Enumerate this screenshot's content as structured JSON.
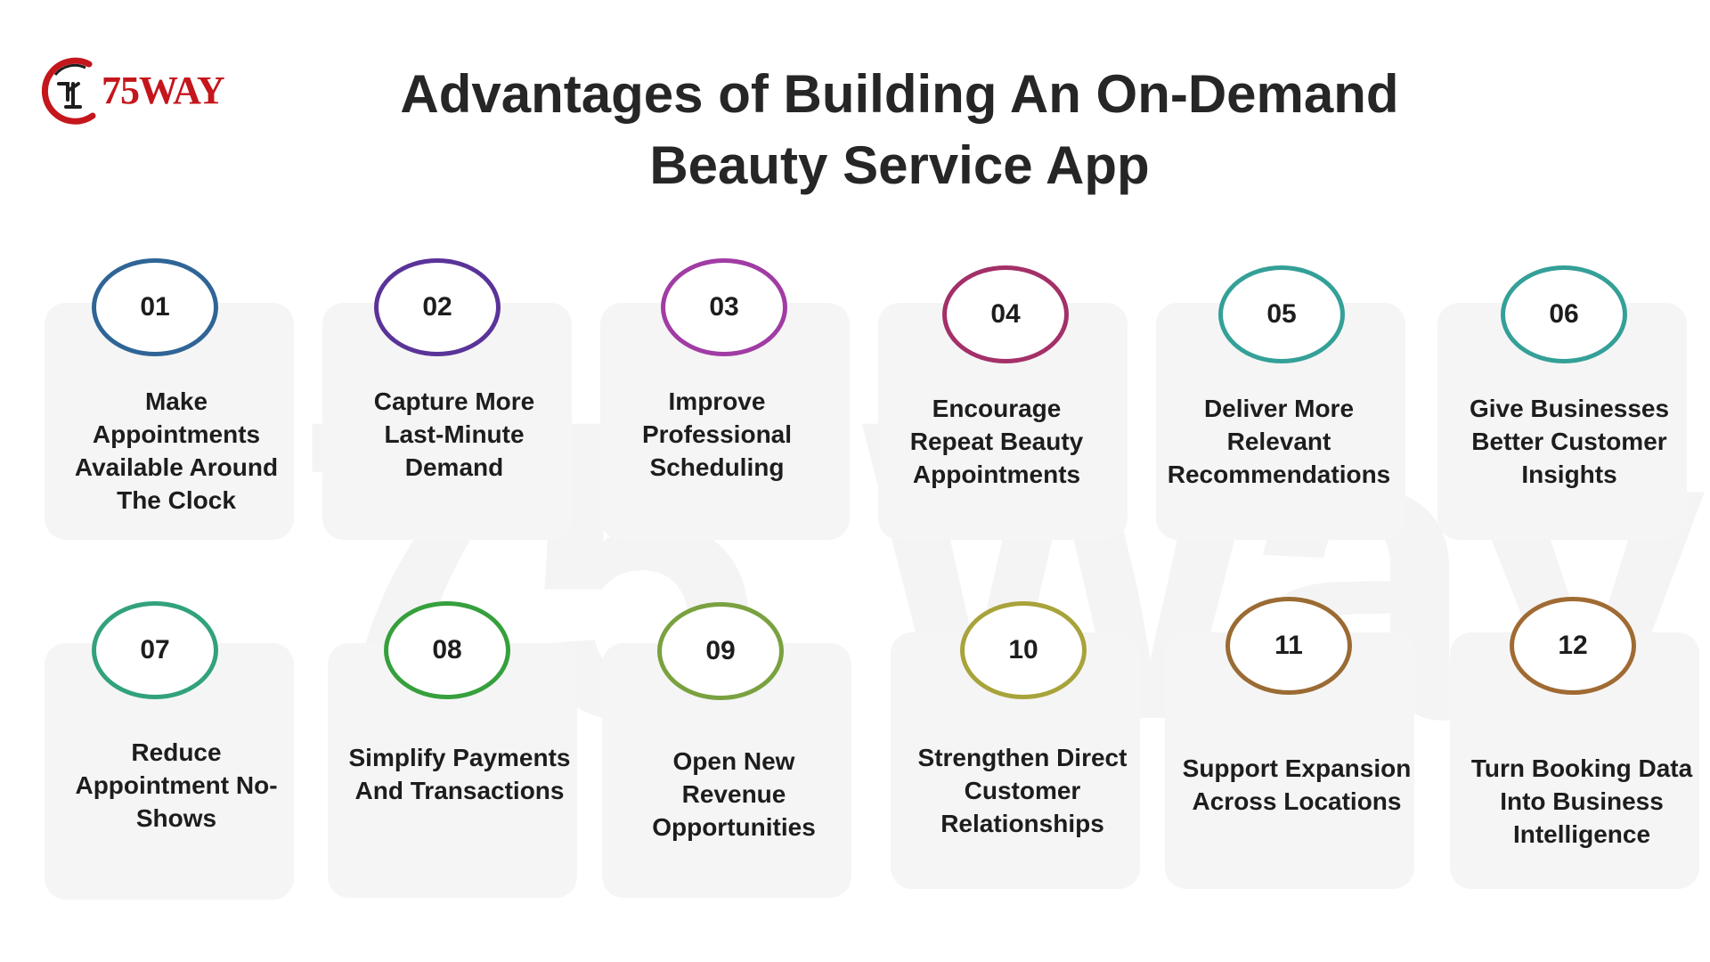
{
  "brand": {
    "logo_text": "75WAY",
    "logo_color": "#c4161c"
  },
  "watermark_text": "75 Way",
  "title": {
    "line1": "Advantages of Building An On-Demand",
    "line2": "Beauty Service App"
  },
  "advantages": [
    {
      "number": "01",
      "label": "Make Appointments Available Around The Clock",
      "color": "#2f6496"
    },
    {
      "number": "02",
      "label": "Capture More Last-Minute Demand",
      "color": "#5a3399"
    },
    {
      "number": "03",
      "label": "Improve Professional Scheduling",
      "color": "#a03ca4"
    },
    {
      "number": "04",
      "label": "Encourage Repeat Beauty Appointments",
      "color": "#a33068"
    },
    {
      "number": "05",
      "label": "Deliver More Relevant Recommendations",
      "color": "#34a098"
    },
    {
      "number": "06",
      "label": "Give Businesses Better Customer Insights",
      "color": "#34a098"
    },
    {
      "number": "07",
      "label": "Reduce Appointment No-Shows",
      "color": "#31a27c"
    },
    {
      "number": "08",
      "label": "Simplify Payments And Transactions",
      "color": "#36a03c"
    },
    {
      "number": "09",
      "label": "Open New Revenue Opportunities",
      "color": "#7aa140"
    },
    {
      "number": "10",
      "label": "Strengthen Direct Customer Relationships",
      "color": "#a8a33a"
    },
    {
      "number": "11",
      "label": "Support Expansion Across Locations",
      "color": "#9a6b33"
    },
    {
      "number": "12",
      "label": "Turn Booking Data Into Business Intelligence",
      "color": "#a06a33"
    }
  ]
}
